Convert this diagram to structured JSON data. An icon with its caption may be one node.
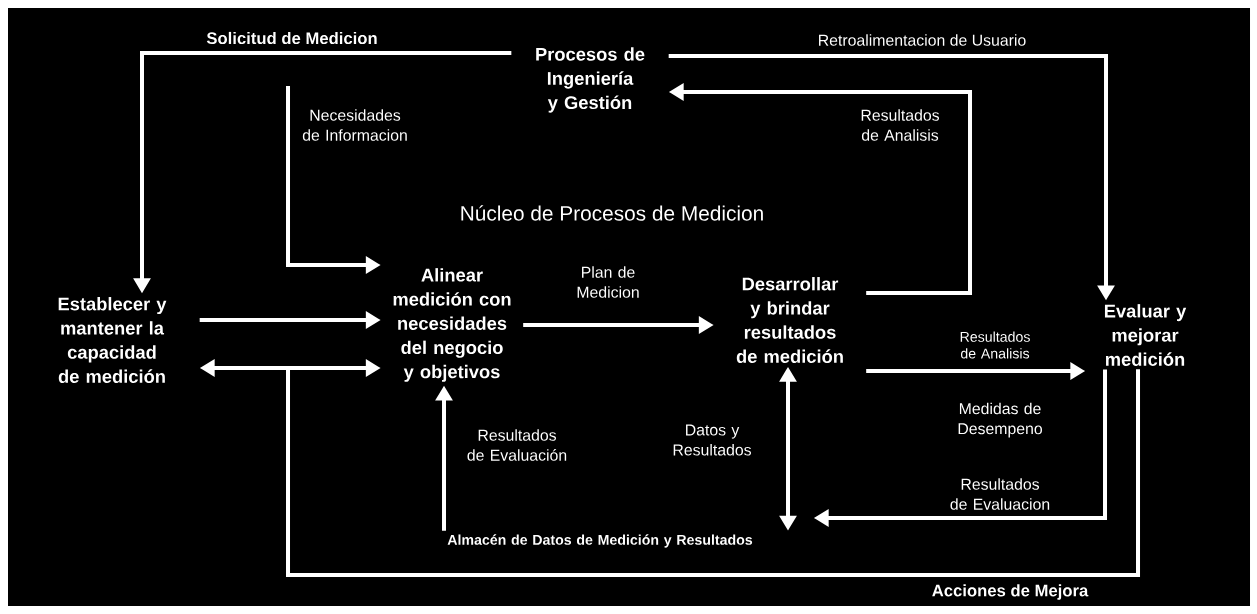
{
  "diagram": {
    "nodes": [
      {
        "text": [
          "Procesos de Ingeniería y Gestión"
        ]
      },
      {
        "text": [
          "Establecer y mantener la capacidad de medición"
        ]
      },
      {
        "text": [
          "Alinear medición con necesidades del negocio y objetivos"
        ]
      },
      {
        "text": [
          "Desarrollar y brindar resultados de medición"
        ]
      },
      {
        "text": [
          "Evaluar y mejorar medición"
        ]
      },
      {
        "text": [
          "Almacén de Datos de Medición y Resultados"
        ]
      }
    ],
    "edges": [
      {
        "from": 0,
        "to": 1,
        "arrow": "to",
        "label": "Solicitud de Medicion"
      },
      {
        "from": null,
        "to": 2,
        "arrow": "to",
        "label": "Necesidades de Informacion"
      },
      {
        "from": 0,
        "to": 4,
        "arrow": "to",
        "label": "Retroalimentacion de Usuario"
      },
      {
        "from": 3,
        "to": 0,
        "arrow": "to",
        "label": "Resultados de Analisis"
      },
      {
        "from": 1,
        "to": 2,
        "arrow": "to"
      },
      {
        "from": 2,
        "to": 3,
        "arrow": "to",
        "label": "Plan de Medicion"
      },
      {
        "from": 3,
        "to": 4,
        "arrow": "to",
        "label": "Resultados de Analisis"
      },
      {
        "from": 5,
        "to": 2,
        "arrow": "to",
        "label": "Resultados de Evaluación"
      },
      {
        "from": 3,
        "to": 5,
        "arrow": "both",
        "label": "Datos y Resultados"
      },
      {
        "from": 4,
        "to": 5,
        "arrow": "to",
        "label": "Resultados de Evaluacion"
      },
      {
        "from": 4,
        "to": 1,
        "arrow": "to",
        "label": "Acciones de Mejora"
      },
      {
        "from": 4,
        "to": 2,
        "arrow": "to"
      }
    ],
    "labels": [
      "Núcleo de Procesos de Medicion",
      "Medidas de Desempeno"
    ]
  }
}
